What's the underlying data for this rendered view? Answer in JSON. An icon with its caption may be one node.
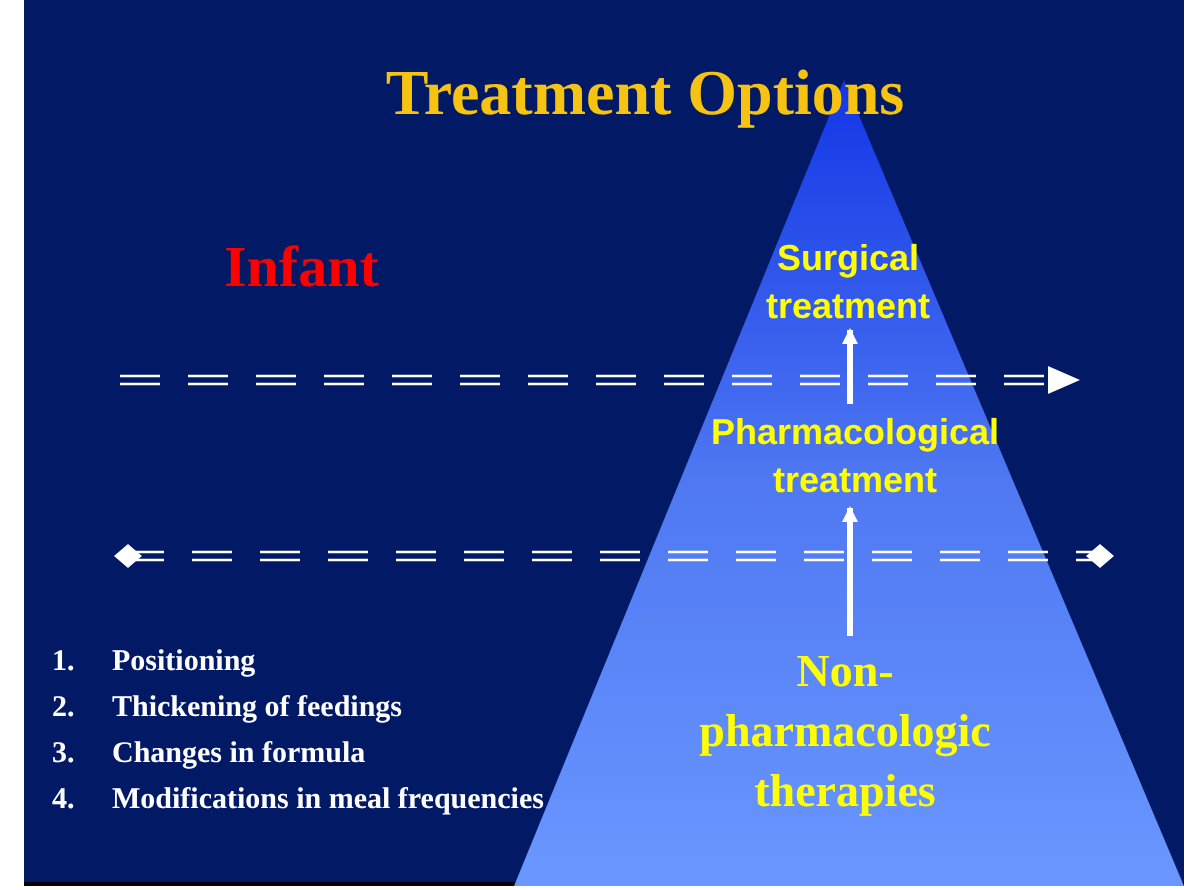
{
  "diagram": {
    "title": "Treatment Options",
    "nodes": [
      {
        "text": [],
        "shape": "triangle"
      },
      {
        "text": [
          "Surgical treatment"
        ],
        "in": 0
      },
      {
        "text": [
          "Pharmacological treatment"
        ],
        "in": 0
      },
      {
        "text": [
          "Non-pharmacologic therapies"
        ],
        "in": 0
      }
    ],
    "edges": [
      {
        "from": 3,
        "to": 2,
        "arrow": "to"
      },
      {
        "from": 2,
        "to": 1,
        "arrow": "to"
      }
    ],
    "labels": [
      "Infant",
      "1.",
      "Positioning",
      "2.",
      "Thickening of feedings",
      "3.",
      "Changes in formula",
      "4.",
      "Modifications in meal frequencies"
    ]
  }
}
